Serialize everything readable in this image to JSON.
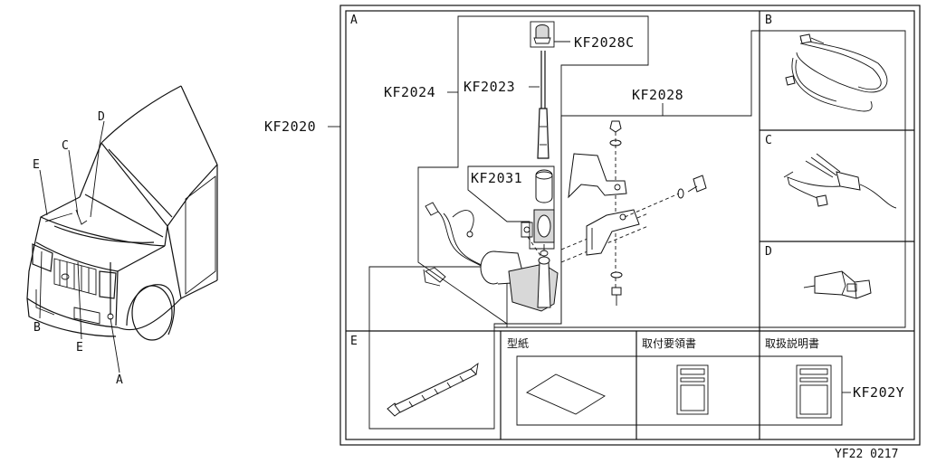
{
  "vehicle_callouts": {
    "a": "A",
    "b": "B",
    "c": "C",
    "d": "D",
    "e_top": "E",
    "e_bottom": "E"
  },
  "panel_sections": {
    "a": "A",
    "b": "B",
    "c": "C",
    "d": "D",
    "e": "E"
  },
  "part_numbers": {
    "kit": "KF2020",
    "antenna_assembly": "KF2024",
    "antenna_rod": "KF2023",
    "antenna_cap": "KF2028C",
    "bracket": "KF2028",
    "grommet": "KF2031",
    "documents": "KF202Y"
  },
  "document_labels": {
    "template": "型紙",
    "install_guide": "取付要領書",
    "manual": "取扱説明書"
  },
  "diagram_code": "YF22 0217"
}
